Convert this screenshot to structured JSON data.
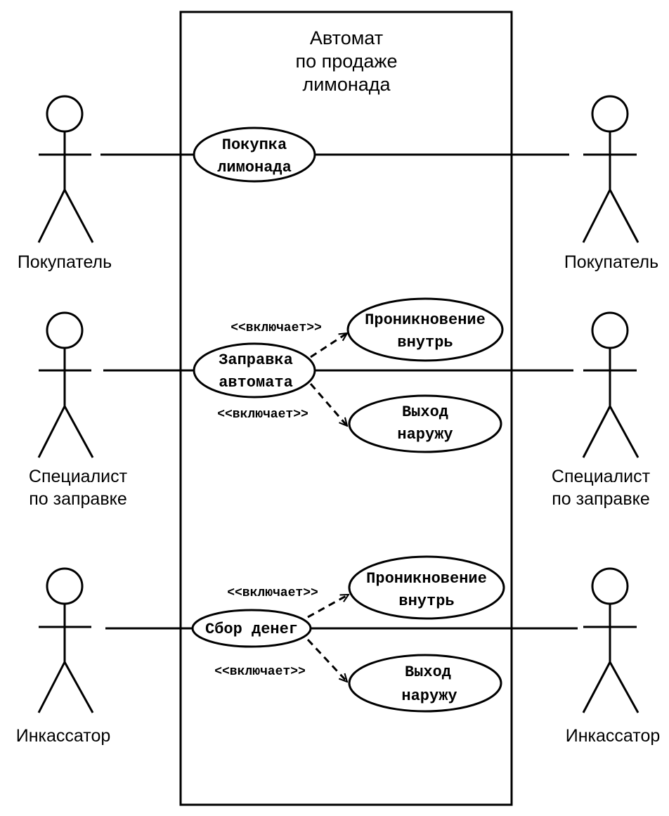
{
  "system": {
    "title_lines": [
      "Автомат",
      "по продаже",
      "лимонада"
    ]
  },
  "actors": {
    "left_buyer": "Покупатель",
    "right_buyer": "Покупатель",
    "left_specialist": [
      "Специалист",
      "по заправке"
    ],
    "right_specialist": [
      "Специалист",
      "по заправке"
    ],
    "left_collector": "Инкассатор",
    "right_collector": "Инкассатор"
  },
  "use_cases": {
    "purchase": [
      "Покупка",
      "лимонада"
    ],
    "refill": [
      "Заправка",
      "автомата"
    ],
    "enter1": [
      "Проникновение",
      "внутрь"
    ],
    "exit1": [
      "Выход",
      "наружу"
    ],
    "collect": [
      "Сбор денег"
    ],
    "enter2": [
      "Проникновение",
      "внутрь"
    ],
    "exit2": [
      "Выход",
      "наружу"
    ]
  },
  "stereotypes": {
    "inc1": "<<включает>>",
    "inc2": "<<включает>>",
    "inc3": "<<включает>>",
    "inc4": "<<включает>>"
  }
}
